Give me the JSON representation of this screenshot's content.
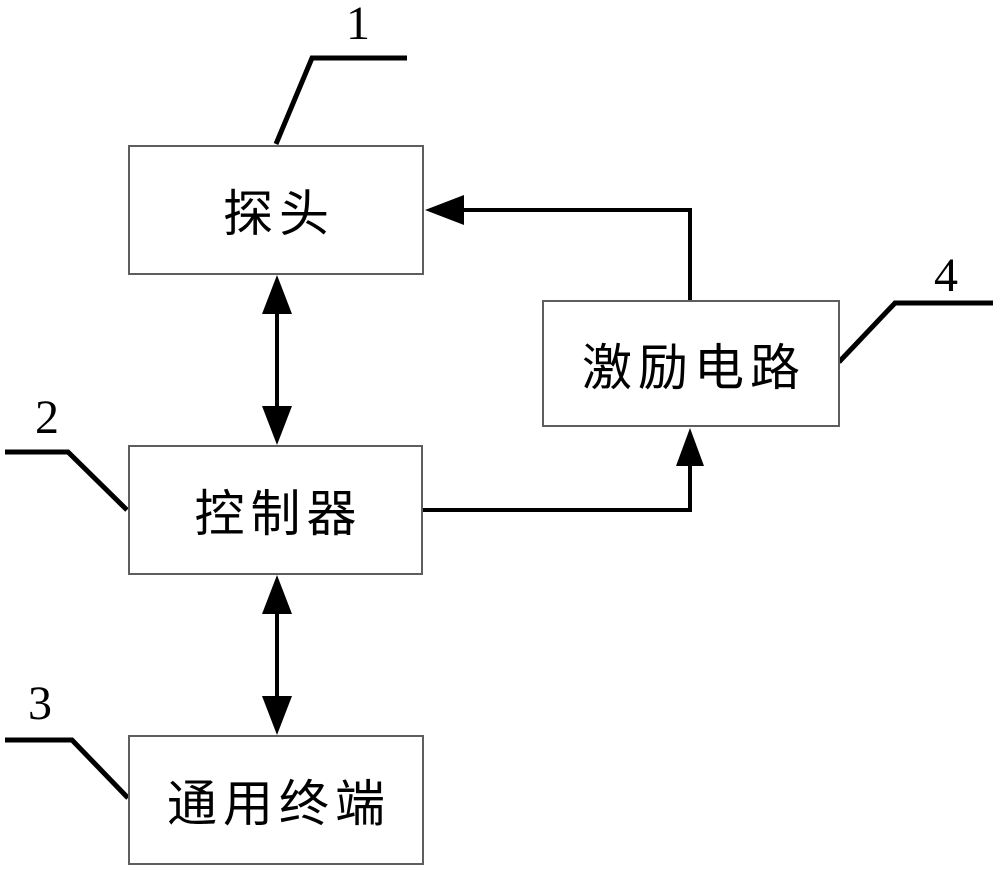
{
  "figure": {
    "background": "#ffffff",
    "line_color": "#000000",
    "box_border_color": "#5e5e5e",
    "boxes": [
      {
        "id": "probe",
        "label": "探头",
        "ref": "1"
      },
      {
        "id": "controller",
        "label": "控制器",
        "ref": "2"
      },
      {
        "id": "universal-terminal",
        "label": "通用终端",
        "ref": "3"
      },
      {
        "id": "excitation-circuit",
        "label": "激励电路",
        "ref": "4"
      }
    ],
    "connections": [
      {
        "from": "probe",
        "to": "controller",
        "type": "bidirectional"
      },
      {
        "from": "controller",
        "to": "universal-terminal",
        "type": "bidirectional"
      },
      {
        "from": "controller",
        "to": "excitation-circuit",
        "type": "unidirectional"
      },
      {
        "from": "excitation-circuit",
        "to": "probe",
        "type": "unidirectional"
      }
    ]
  }
}
